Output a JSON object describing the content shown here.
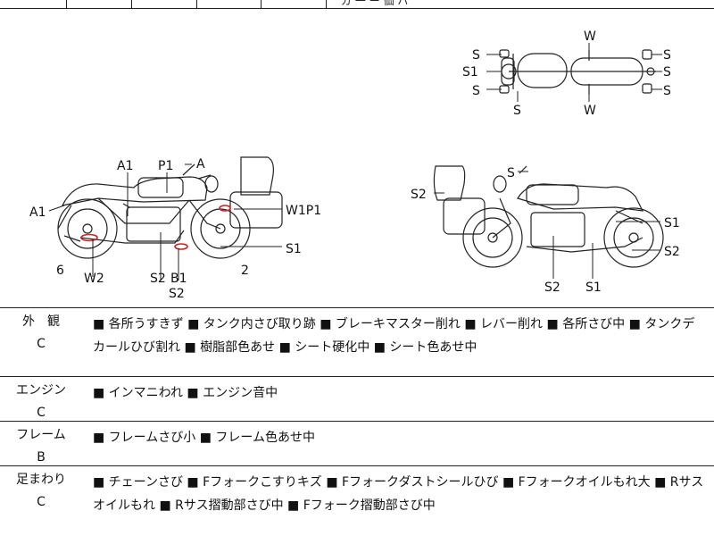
{
  "header": {
    "fragment": "ガ 一 ー 価 ハ"
  },
  "diagram": {
    "top_view": {
      "left_labels": [
        "S",
        "S1",
        "S"
      ],
      "right_labels": [
        "S",
        "S",
        "S"
      ],
      "top_label": "W",
      "bottom_labels": [
        "S",
        "W"
      ]
    },
    "left_view": {
      "labels": [
        "A1",
        "P1",
        "A",
        "A1",
        "W1P1",
        "S1",
        "6",
        "W2",
        "S2",
        "B1",
        "2",
        "S2"
      ]
    },
    "right_view": {
      "labels": [
        "S",
        "S2",
        "S1",
        "S2",
        "S2",
        "S1"
      ]
    }
  },
  "conditions": [
    {
      "category": "外　観",
      "grade": "C",
      "description": "■ 各所うすきず ■ タンク内さび取り跡 ■ ブレーキマスター削れ ■ レバー削れ ■ 各所さび中 ■ タンクデカールひび割れ ■ 樹脂部色あせ ■ シート硬化中 ■ シート色あせ中"
    },
    {
      "category": "エンジン",
      "grade": "C",
      "description": "■ インマニわれ ■ エンジン音中"
    },
    {
      "category": "フレーム",
      "grade": "B",
      "description": "■ フレームさび小 ■ フレーム色あせ中"
    },
    {
      "category": "足まわり",
      "grade": "C",
      "description": "■ チェーンさび ■ Fフォークこすりキズ ■ Fフォークダストシールひび ■ Fフォークオイルもれ大 ■ Rサスオイルもれ ■ Rサス摺動部さび中 ■ Fフォーク摺動部さび中"
    }
  ],
  "colors": {
    "line": "#222222",
    "damage_mark": "#cc2222"
  }
}
